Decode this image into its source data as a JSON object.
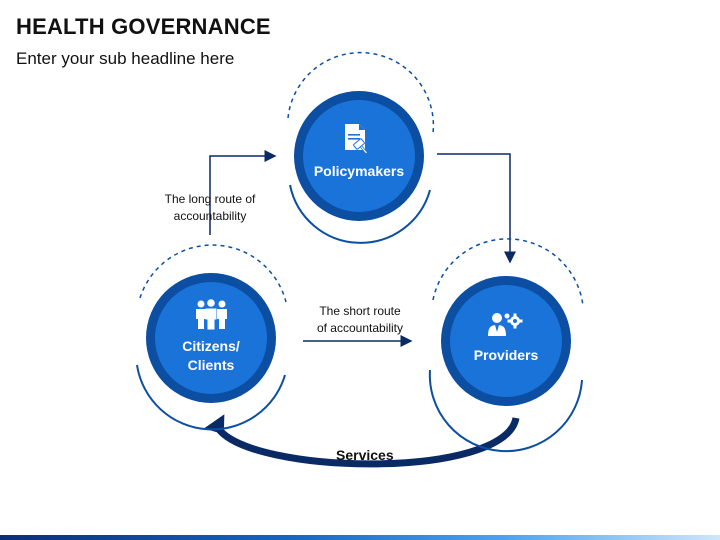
{
  "header": {
    "title": "HEALTH GOVERNANCE",
    "subtitle": "Enter your sub headline here"
  },
  "nodes": {
    "policymakers": "Policymakers",
    "citizens": "Citizens/\nClients",
    "providers": "Providers"
  },
  "labels": {
    "long_route": "The long route of\naccountability",
    "short_route": "The short route\nof accountability",
    "services": "Services"
  },
  "icons": {
    "policymakers": "document-gavel-icon",
    "citizens": "people-group-icon",
    "providers": "person-gear-icon"
  },
  "colors": {
    "node_outer": "#0b4ea2",
    "node_inner": "#1a73d9",
    "ring": "#0b4ea2",
    "accent_dark": "#0a2a66"
  }
}
